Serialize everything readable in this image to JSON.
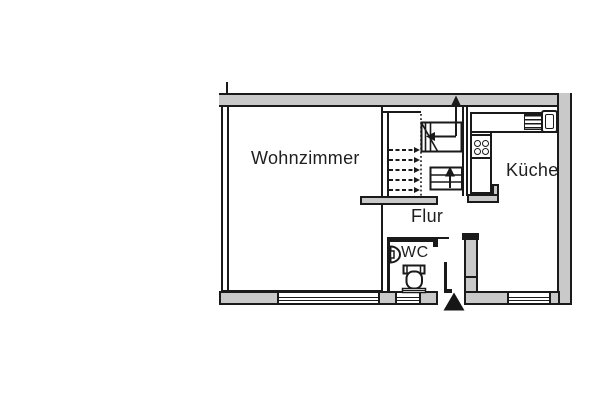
{
  "rooms": {
    "living": {
      "label": "Wohnzimmer"
    },
    "kitchen": {
      "label": "Küche"
    },
    "hallway": {
      "label": "Flur"
    },
    "wc": {
      "label": "WC"
    }
  },
  "icons": {
    "entrance_marker": "filled-triangle-entrance",
    "stairs": "staircase-with-up-arrows",
    "stove": "four-burner-cooktop",
    "sink": "kitchen-sink-with-drainboard",
    "toilet": "toilet-with-cistern",
    "washbasin": "wall-mounted-washbasin"
  },
  "colors": {
    "wall_fill": "#c9c9c9",
    "line": "#1a1a1a",
    "background": "#ffffff"
  }
}
